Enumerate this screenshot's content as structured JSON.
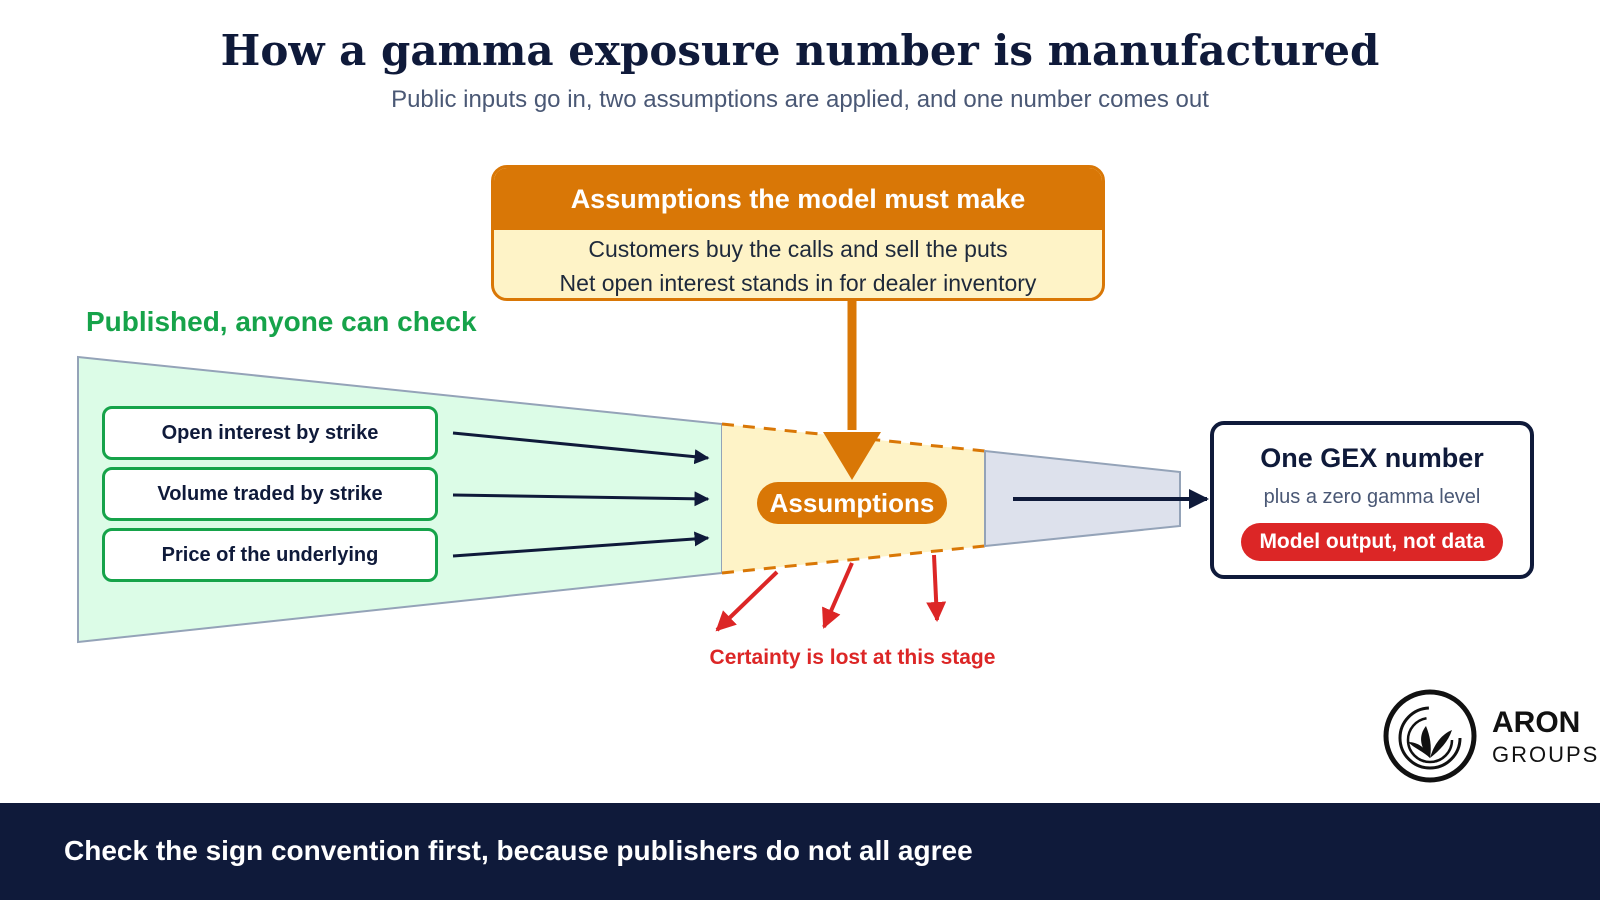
{
  "title": "How a gamma exposure number is manufactured",
  "subtitle": "Public inputs go in, two assumptions are applied, and one number comes out",
  "published_label": "Published, anyone can check",
  "assumptions_box": {
    "heading": "Assumptions the model must make",
    "lines": [
      "Customers buy the calls and sell the puts",
      "Net open interest stands in for dealer inventory"
    ]
  },
  "inputs": [
    "Open interest by strike",
    "Volume traded by strike",
    "Price of the underlying"
  ],
  "assumptions_pill": "Assumptions",
  "certainty_label": "Certainty is lost at this stage",
  "output": {
    "title": "One GEX number",
    "subtitle": "plus a zero gamma level",
    "badge": "Model output, not data"
  },
  "logo": {
    "line1": "ARON",
    "line2": "GROUPS"
  },
  "footer": "Check the sign convention first, because publishers do not all agree",
  "colors": {
    "navy": "#0f1a3a",
    "green": "#16a34a",
    "green_fill": "#dcfce7",
    "orange": "#d97706",
    "cream": "#fef3c7",
    "red": "#dc2626",
    "grey_fill": "#dde1ec"
  }
}
